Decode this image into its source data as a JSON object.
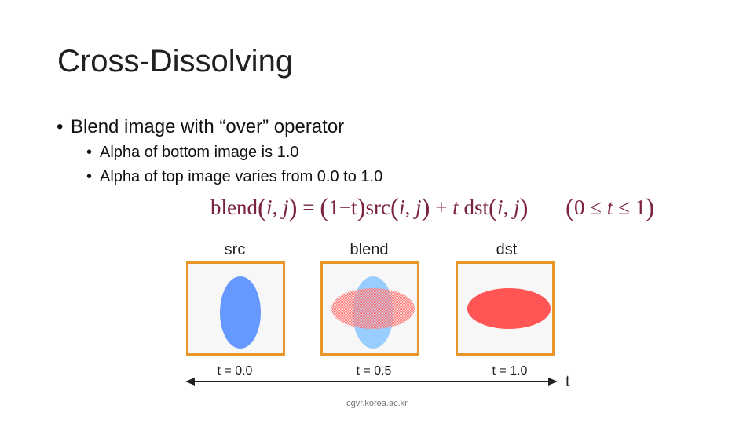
{
  "slide": {
    "title": "Cross-Dissolving",
    "bullets": [
      {
        "text": "Blend image with “over” operator"
      }
    ],
    "sub_bullets": [
      {
        "text": "Alpha of bottom image is 1.0"
      },
      {
        "text": "Alpha of top image varies from 0.0 to 1.0"
      }
    ],
    "bullet_char": "•"
  },
  "formula": {
    "lhs": "blend",
    "args": "i, j",
    "equals": "=",
    "one_minus_t": "1−t",
    "src": "src",
    "plus": "+",
    "t": "t",
    "dst": "dst",
    "constraint_zero": "0",
    "constraint_le1": "≤",
    "constraint_t": "t",
    "constraint_le2": "≤",
    "constraint_one": "1"
  },
  "figure": {
    "panels": [
      {
        "label": "src",
        "t_label": "t = 0.0"
      },
      {
        "label": "blend",
        "t_label": "t = 0.5"
      },
      {
        "label": "dst",
        "t_label": "t = 1.0"
      }
    ],
    "axis_label": "t",
    "colors": {
      "border": "#e8962a",
      "blue": "#6699ff",
      "light_blue": "#99ccff",
      "red": "#ff5555",
      "blend_red": "#ff8888",
      "arrow": "#222222"
    }
  },
  "footer": {
    "text": "cgvr.korea.ac.kr"
  }
}
